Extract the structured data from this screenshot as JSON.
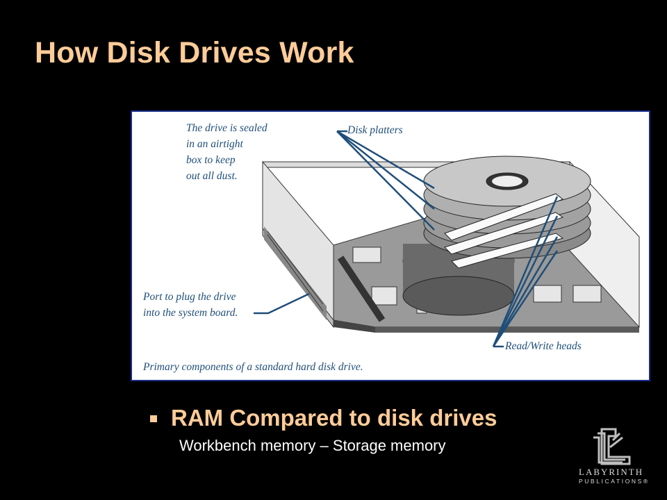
{
  "slide": {
    "title": "How Disk Drives Work",
    "bullet": "RAM Compared to disk drives",
    "sub_bullet": "Workbench memory – Storage memory"
  },
  "figure": {
    "label_sealed": [
      "The drive is sealed",
      "in an airtight",
      "box to keep",
      "out all dust."
    ],
    "label_platters": "Disk platters",
    "label_port": [
      "Port to plug the drive",
      "into the system board."
    ],
    "label_heads": "Read/Write heads",
    "caption": "Primary components of a standard hard disk drive."
  },
  "logo": {
    "name": "LABYRINTH",
    "sub": "PUBLICATIONS®"
  },
  "colors": {
    "title": "#FFCC99",
    "figure_border": "#1a2c8a",
    "label_text": "#1f4e79",
    "background": "#000000"
  }
}
